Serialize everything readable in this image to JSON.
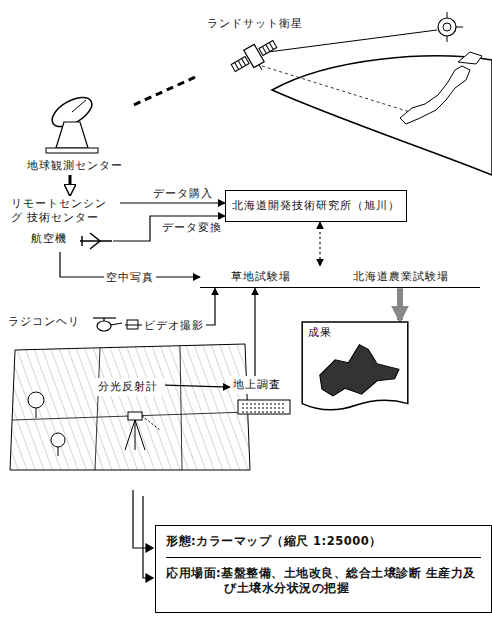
{
  "diagram": {
    "nodes": [
      {
        "text": [
          "ランドサット衛星"
        ]
      },
      {
        "text": [
          "地球観測センター"
        ]
      },
      {
        "text": [
          "リモートセンシング 技術センター"
        ]
      },
      {
        "text": [
          "北海道開発技術研究所（旭川）"
        ]
      },
      {
        "text": [
          "航空機"
        ]
      },
      {
        "text": [
          "草地試験場",
          "北海道農業試験場"
        ]
      },
      {
        "text": [
          "ラジコンヘリ"
        ]
      },
      {
        "text": [
          "分光反射計"
        ]
      },
      {
        "text": [
          "地上調査"
        ]
      },
      {
        "text": [
          "成果"
        ]
      },
      {
        "text": [
          "形態:カラーマップ（縮尺 1:25000）",
          "応用場面:基盤整備、土地改良、総合土壌診断 生産力及び土壌水分状況の把握"
        ]
      }
    ],
    "edges": [
      {
        "from": 0,
        "to": 1,
        "arrow": "none"
      },
      {
        "from": 1,
        "to": 2,
        "arrow": "to"
      },
      {
        "from": 2,
        "to": 3,
        "label": "データ購入",
        "arrow": "to"
      },
      {
        "from": 4,
        "to": 3,
        "label": "データ変換",
        "arrow": "to"
      },
      {
        "from": 3,
        "to": 5,
        "arrow": "both"
      },
      {
        "from": 4,
        "to": 5,
        "label": "空中写真",
        "arrow": "to"
      },
      {
        "from": 6,
        "to": 5,
        "label": "ビデオ撮影",
        "arrow": "to"
      },
      {
        "from": 7,
        "to": 8,
        "arrow": "to"
      },
      {
        "from": 8,
        "to": 5,
        "arrow": "to"
      },
      {
        "from": 5,
        "to": 9,
        "arrow": "to"
      }
    ]
  }
}
